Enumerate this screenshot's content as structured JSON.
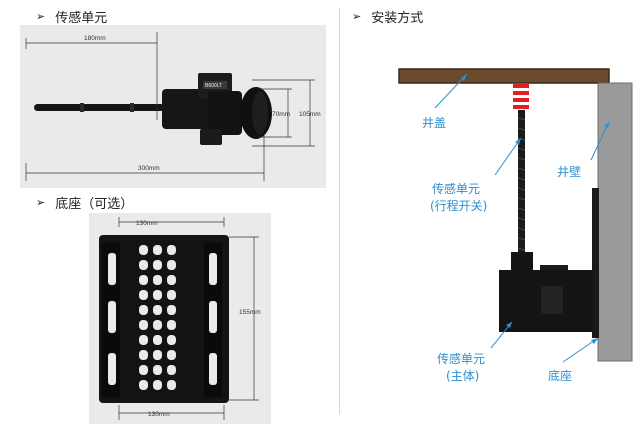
{
  "sections": {
    "sensor": {
      "title": "传感单元"
    },
    "base": {
      "title": "底座（可选）"
    },
    "install": {
      "title": "安装方式"
    }
  },
  "sensor_photo": {
    "dims": {
      "length_180": "180mm",
      "height_70": "70mm",
      "height_105": "105mm",
      "total_300": "300mm"
    },
    "device_code": "B600LT"
  },
  "base_photo": {
    "dims": {
      "width_top": "130mm",
      "height": "155mm",
      "width_bottom": "130mm"
    }
  },
  "install_diagram": {
    "labels": {
      "cover": "井盖",
      "wall": "井壁",
      "switch_l1": "传感单元",
      "switch_l2": "(行程开关)",
      "body_l1": "传感单元",
      "body_l2": "(主体)",
      "base": "底座"
    },
    "colors": {
      "cover": "#6b4a2e",
      "wall": "#9a9a9a",
      "unit": "#141414",
      "spring_red": "#e02020",
      "callout": "#2f8fcf"
    }
  }
}
